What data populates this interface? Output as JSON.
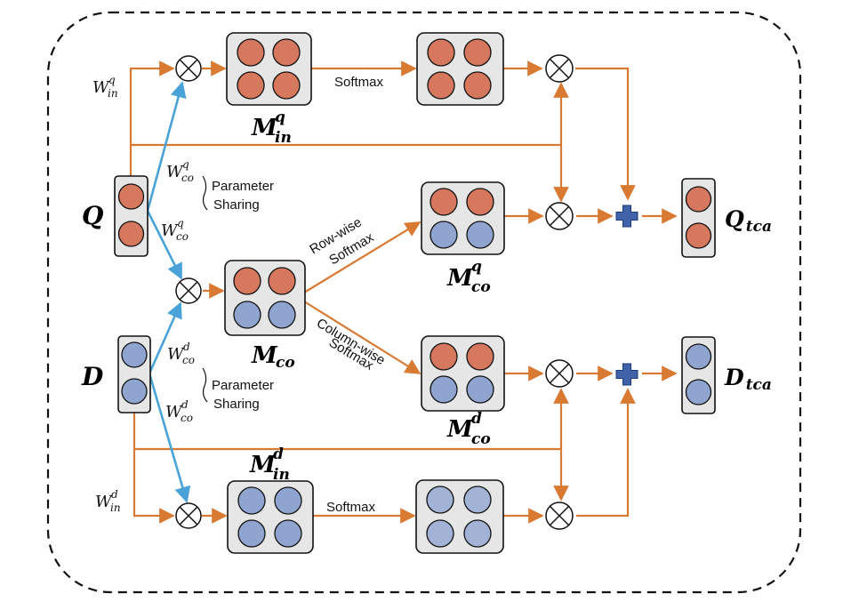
{
  "colors": {
    "orange_line": "#d97a33",
    "blue_line": "#4aa3d8",
    "q_cell": "#d6785e",
    "d_cell": "#8fa5cf",
    "d_cell_soft": "#a3b3d6",
    "plus": "#3f62a8",
    "box": "#e6e6e6"
  },
  "inputs": {
    "q": {
      "label": "Q"
    },
    "d": {
      "label": "D"
    }
  },
  "outputs": {
    "q": {
      "base": "Q",
      "sub": "tca"
    },
    "d": {
      "base": "D",
      "sub": "tca"
    }
  },
  "matrices": {
    "m_in_q": {
      "base": "M",
      "sup": "q",
      "sub": "in"
    },
    "m_co": {
      "base": "M",
      "sub": "co"
    },
    "m_co_q": {
      "base": "M",
      "sup": "q",
      "sub": "co"
    },
    "m_co_d": {
      "base": "M",
      "sup": "d",
      "sub": "co"
    },
    "m_in_d": {
      "base": "M",
      "sup": "d",
      "sub": "in"
    }
  },
  "weights": {
    "w_in_q": {
      "base": "W",
      "sup": "q",
      "sub": "in"
    },
    "w_co_q_1": {
      "base": "W",
      "sup": "q",
      "sub": "co"
    },
    "w_co_q_2": {
      "base": "W",
      "sup": "q",
      "sub": "co"
    },
    "w_co_d_1": {
      "base": "W",
      "sup": "d",
      "sub": "co"
    },
    "w_co_d_2": {
      "base": "W",
      "sup": "d",
      "sub": "co"
    },
    "w_in_d": {
      "base": "W",
      "sup": "d",
      "sub": "in"
    }
  },
  "labels": {
    "softmax_top": "Softmax",
    "softmax_bottom": "Softmax",
    "param_sharing_q_1": "Parameter",
    "param_sharing_q_2": "Sharing",
    "param_sharing_d_1": "Parameter",
    "param_sharing_d_2": "Sharing",
    "row_wise_1": "Row-wise",
    "row_wise_2": "Softmax",
    "column_wise_1": "Column-wise",
    "column_wise_2": "Softmax"
  },
  "icons": {
    "multiply": "circle-times-icon",
    "add": "plus-icon"
  }
}
